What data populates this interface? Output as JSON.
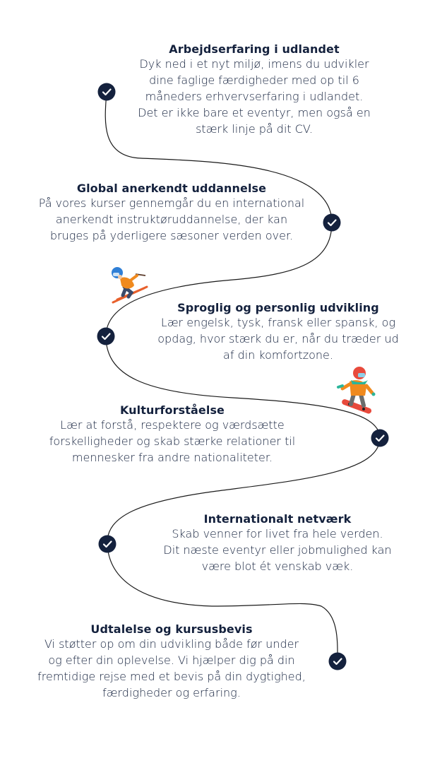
{
  "sections": [
    {
      "title": "Arbejdserfaring i udlandet",
      "lines": [
        "Dyk ned i et nyt miljø, imens du udvikler",
        "dine faglige færdigheder med op til 6",
        "måneders erhvervserfaring i udlandet.",
        "Det er ikke bare et eventyr, men også en",
        "stærk linje på dit CV."
      ]
    },
    {
      "title": "Global anerkendt uddannelse",
      "lines": [
        "På vores kurser gennemgår du en international",
        "anerkendt instruktøruddannelse, der kan",
        "bruges på yderligere sæsoner verden over."
      ]
    },
    {
      "title": "Sproglig og personlig udvikling",
      "lines": [
        "Lær engelsk, tysk, fransk eller spansk, og",
        "opdag, hvor stærk du er, når du træder ud",
        "af din komfortzone."
      ]
    },
    {
      "title": "Kulturforståelse",
      "lines": [
        "Lær at forstå, respektere og værdsætte",
        "forskelligheder og skab stærke relationer til",
        "mennesker fra andre nationaliteter."
      ]
    },
    {
      "title": "Internationalt netværk",
      "lines": [
        "Skab venner for livet fra hele verden.",
        "Dit næste eventyr eller jobmulighed kan",
        "være blot ét venskab væk."
      ]
    },
    {
      "title": "Udtalelse og kursusbevis",
      "lines": [
        "Vi støtter op om din udvikling både før under",
        "og efter din oplevelse. Vi hjælper dig på din",
        "fremtidige rejse med et bevis på din dygtighed,",
        "færdigheder og erfaring."
      ]
    }
  ],
  "icons": {
    "checkmark": "check-circle-icon",
    "skier": "skier-icon",
    "snowboarder": "snowboarder-icon"
  },
  "colors": {
    "text": "#14213d",
    "check_bg": "#14213d",
    "path": "#1a1a1a",
    "jacket": "#f08a1e",
    "helmet_skier": "#2f7fd6",
    "helmet_snowboarder": "#e84a3c",
    "scarf": "#2bb59a"
  }
}
